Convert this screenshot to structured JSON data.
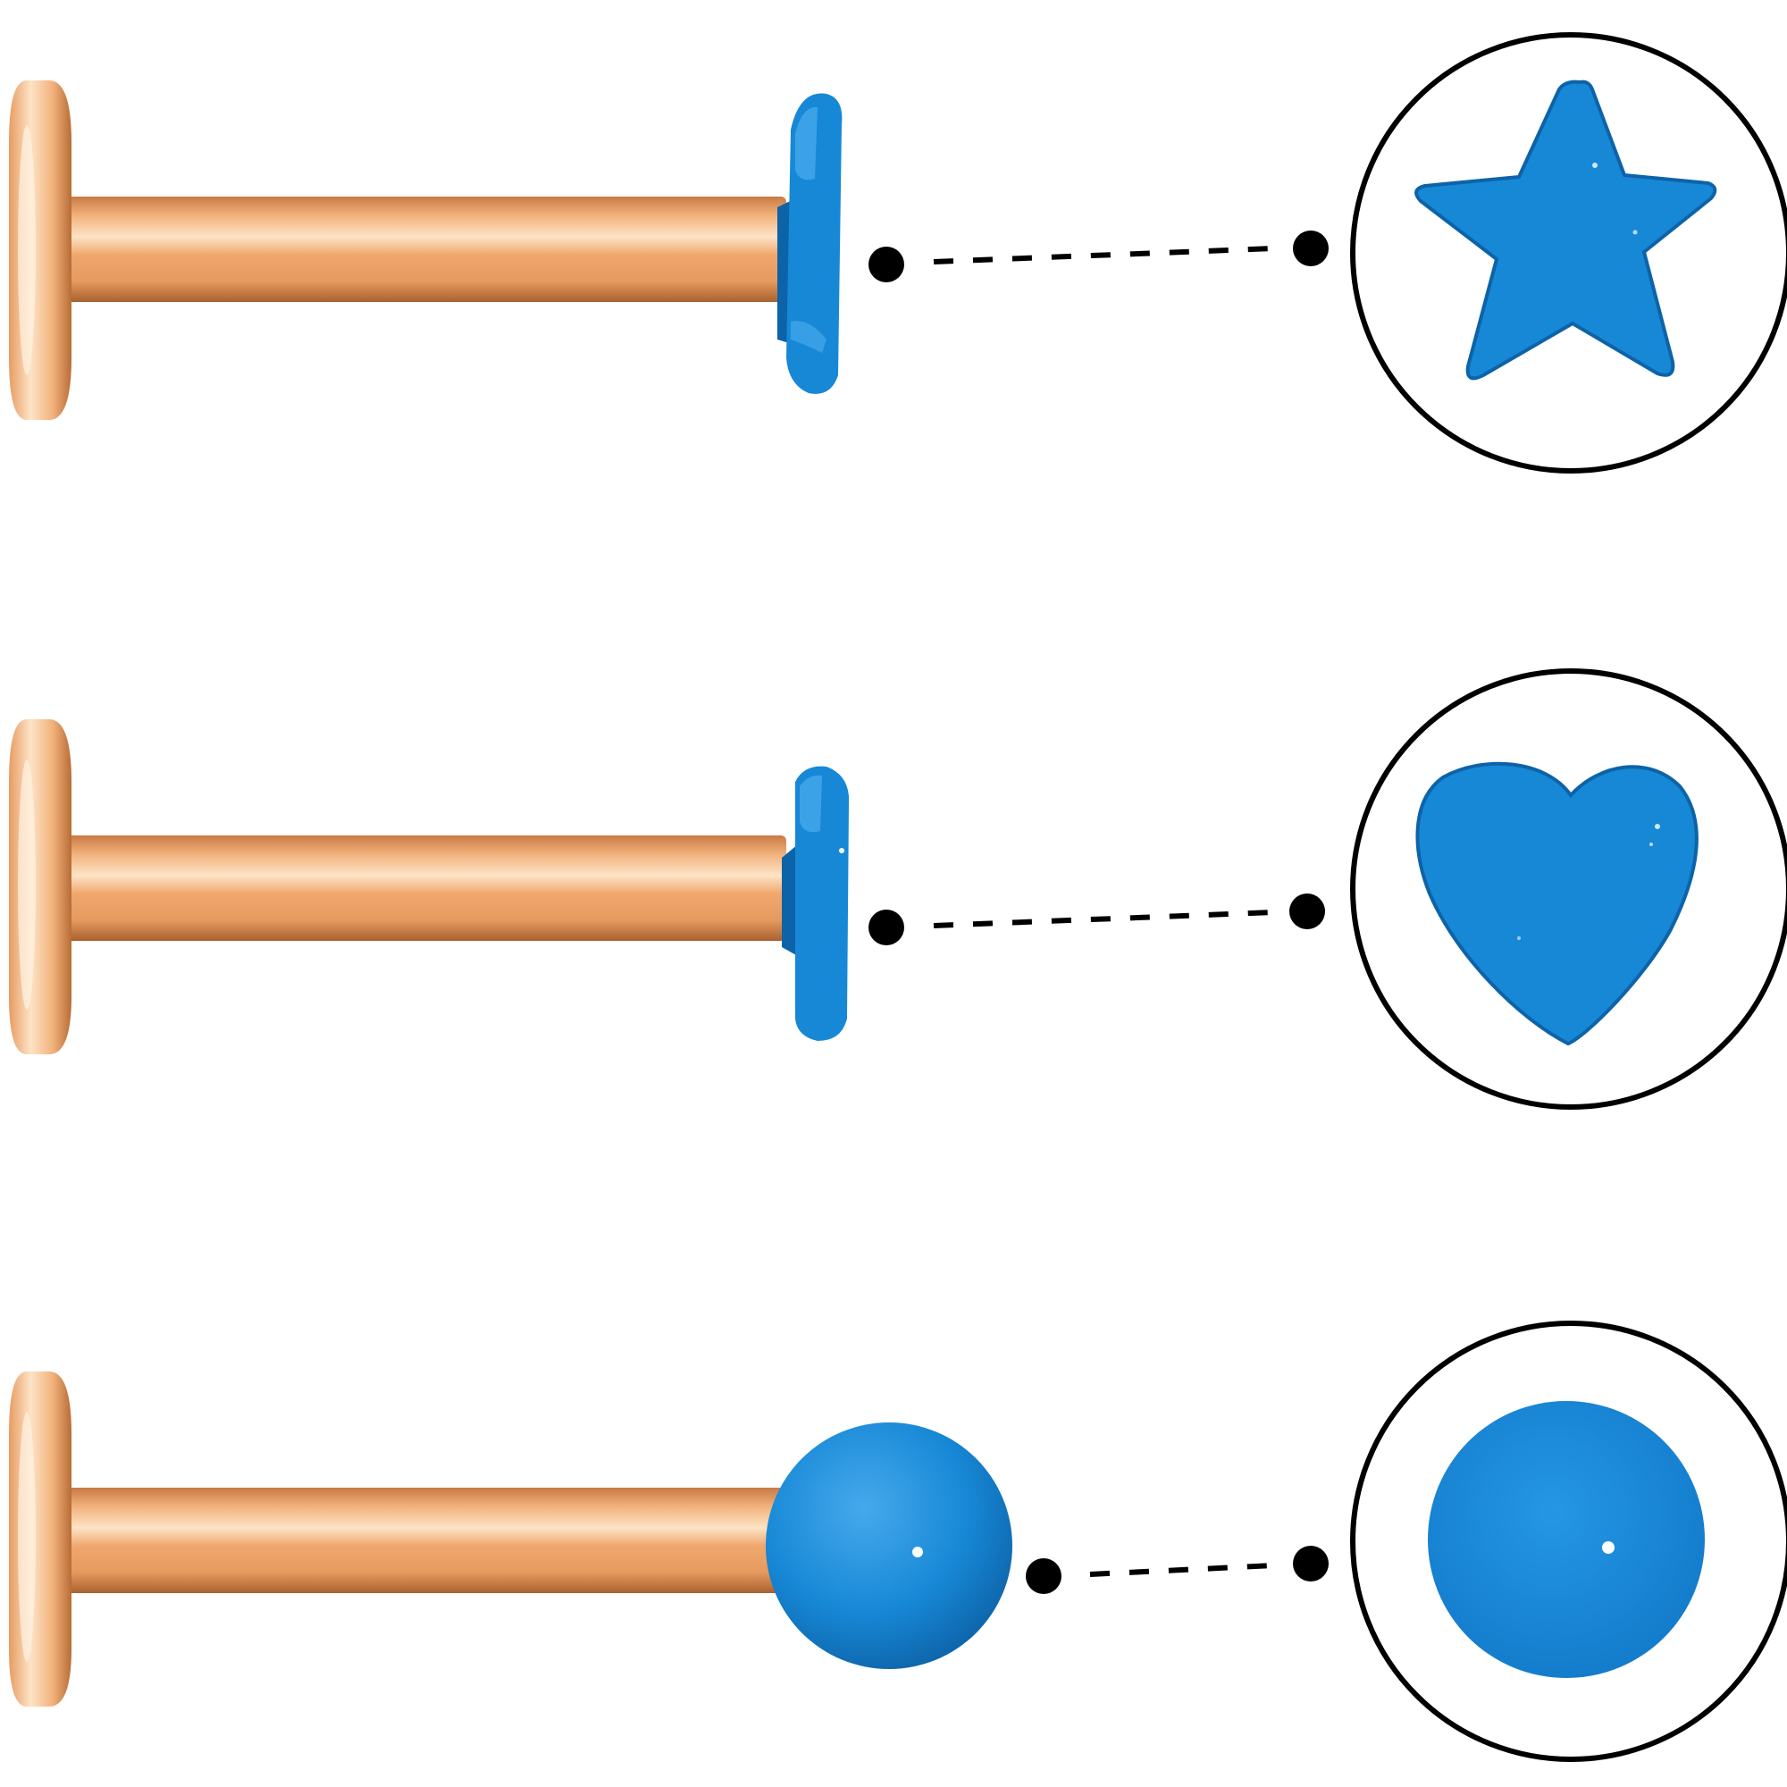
{
  "colors": {
    "background": "#ffffff",
    "metal_light": "#fde3c6",
    "metal_mid": "#f2b27c",
    "metal_dark": "#c97a45",
    "metal_edge": "#a8612f",
    "accent_blue": "#1788d6",
    "accent_blue_dark": "#0d63a8",
    "accent_blue_light": "#46a9ec",
    "connector": "#000000",
    "circle_outline": "#000000"
  },
  "items": [
    {
      "end_shape": "star",
      "icon": "star-icon"
    },
    {
      "end_shape": "heart",
      "icon": "heart-icon"
    },
    {
      "end_shape": "ball",
      "icon": "ball-icon"
    }
  ]
}
